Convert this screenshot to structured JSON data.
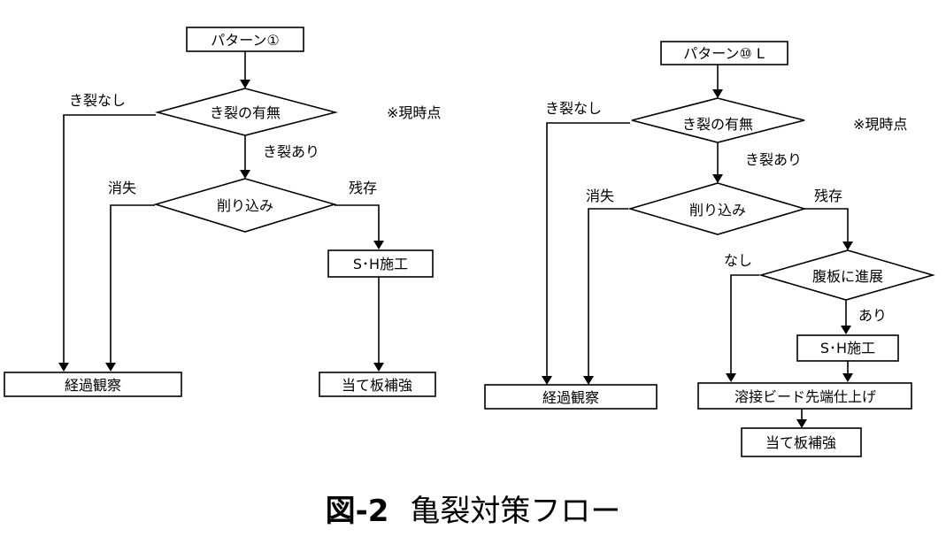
{
  "caption": {
    "figure_number": "図-2",
    "title": "亀裂対策フロー"
  },
  "flows": [
    {
      "id": "pattern-1",
      "start": "パターン①",
      "note": "※現時点",
      "decision_crack": "き裂の有無",
      "label_no_crack": "き裂なし",
      "label_crack": "き裂あり",
      "decision_grind": "削り込み",
      "label_vanish": "消失",
      "label_remain": "残存",
      "sh_work": "S･H施工",
      "observe": "経過観察",
      "reinforce": "当て板補強"
    },
    {
      "id": "pattern-10L",
      "start": "パターン⑩ L",
      "note": "※現時点",
      "decision_crack": "き裂の有無",
      "label_no_crack": "き裂なし",
      "label_crack": "き裂あり",
      "decision_grind": "削り込み",
      "label_vanish": "消失",
      "label_remain": "残存",
      "decision_web": "腹板に進展",
      "label_web_no": "なし",
      "label_web_yes": "あり",
      "sh_work": "S･H施工",
      "bead_finish": "溶接ビード先端仕上げ",
      "observe": "経過観察",
      "reinforce": "当て板補強"
    }
  ]
}
